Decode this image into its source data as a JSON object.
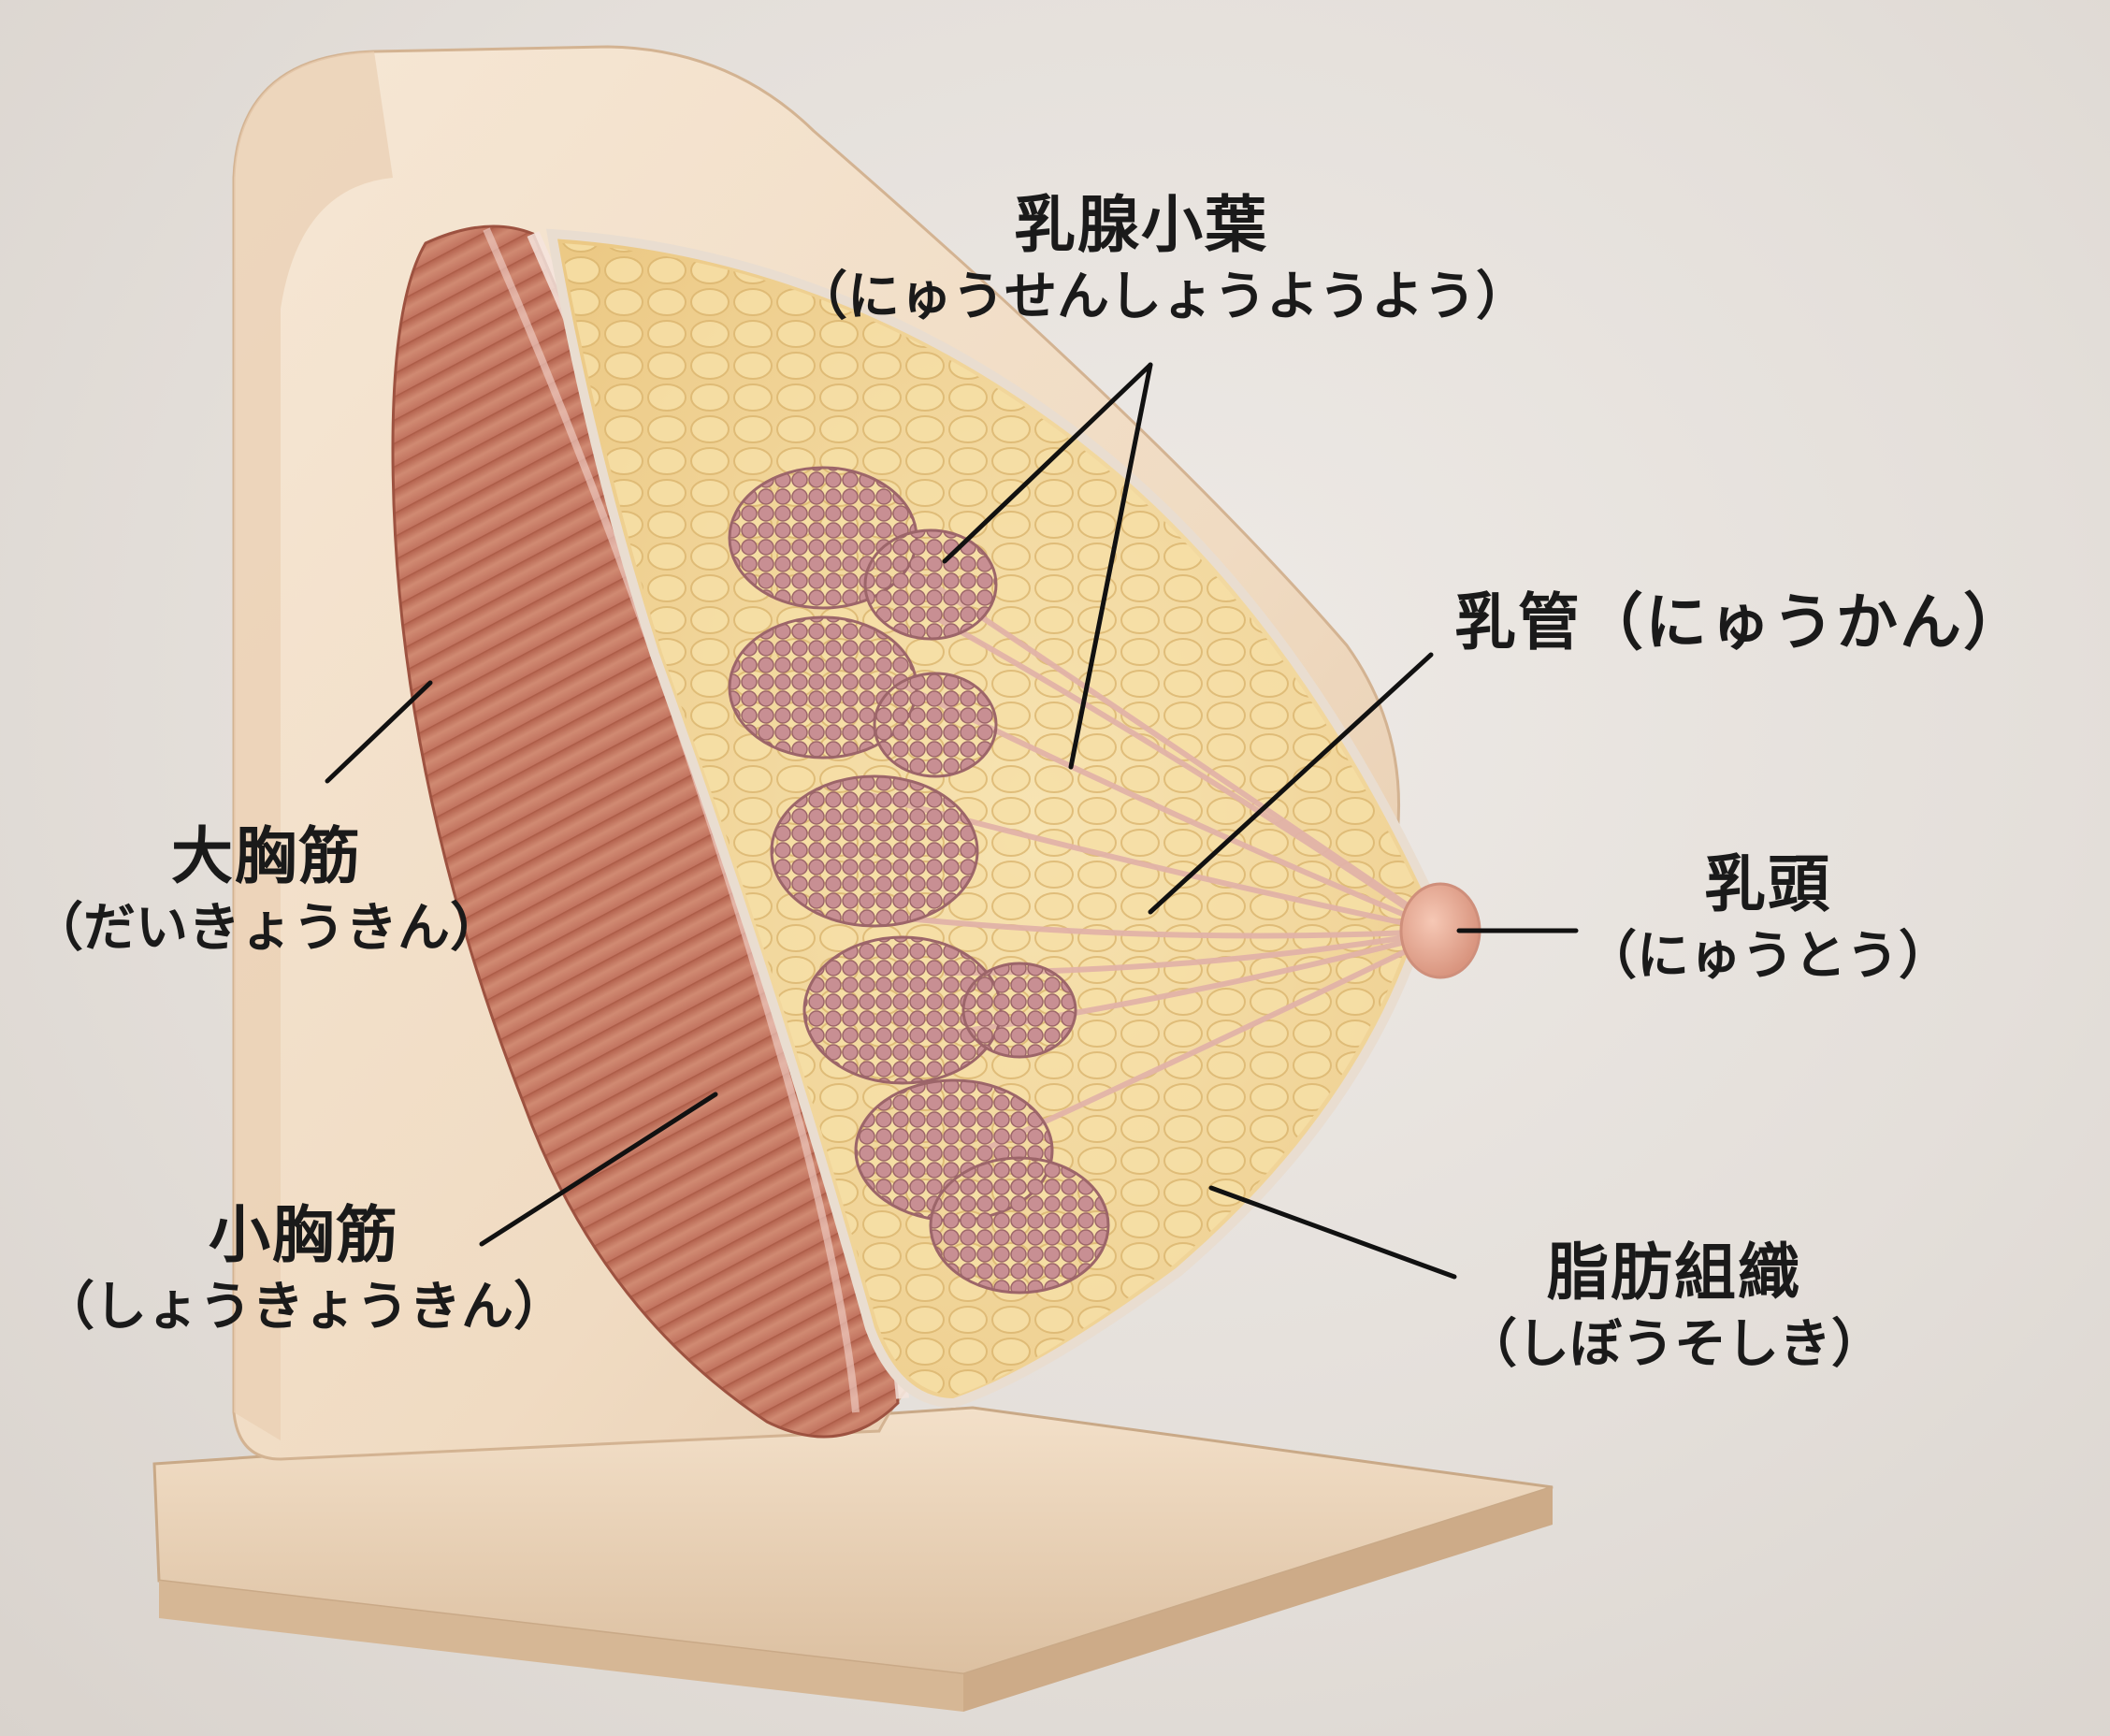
{
  "labels": {
    "lobule": {
      "term": "乳腺小葉",
      "reading": "（にゅうせんしょうようよう）"
    },
    "duct": {
      "term": "乳管（にゅうかん）"
    },
    "nipple": {
      "term": "乳頭",
      "reading": "（にゅうとう）"
    },
    "fat": {
      "term": "脂肪組織",
      "reading": "（しぼうそしき）"
    },
    "major_muscle": {
      "term": "大胸筋",
      "reading": "（だいきょうきん）"
    },
    "minor_muscle": {
      "term": "小胸筋",
      "reading": "（しょうきょうきん）"
    }
  },
  "colors": {
    "background": "#e6e1dc",
    "model_body": "#f1dcc4",
    "muscle": "#c97a63",
    "fat": "#f2d99a",
    "lobule": "#c58b8f",
    "nipple": "#eab3a2",
    "leader_line": "#111111"
  }
}
